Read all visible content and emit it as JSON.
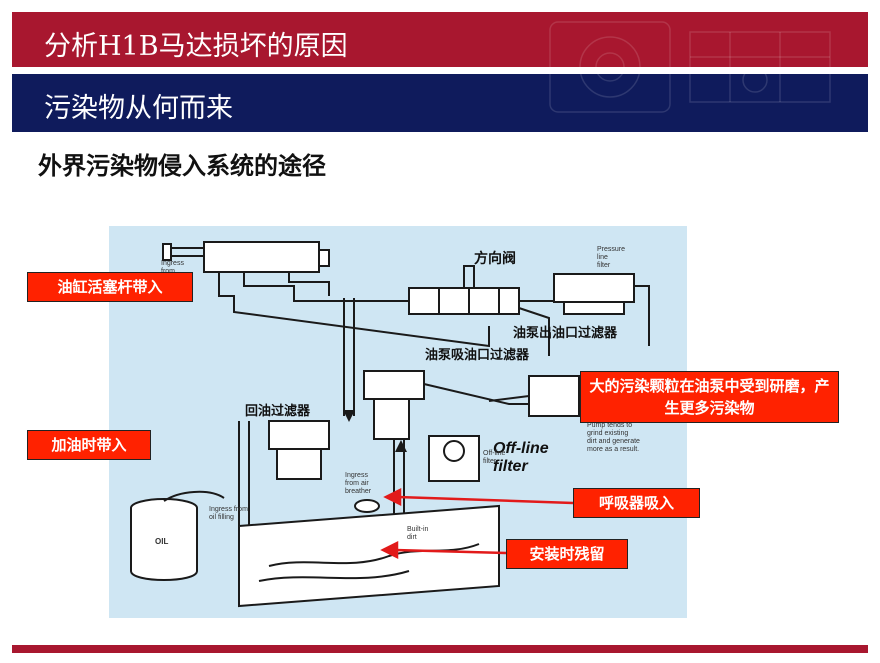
{
  "header": {
    "title": "分析H1B马达损坏的原因",
    "subtitle": "污染物从何而来"
  },
  "section_heading": "外界污染物侵入系统的途径",
  "diagram": {
    "labels": {
      "directional_valve": "方向阀",
      "pump_outlet_filter": "油泵出油口过滤器",
      "pump_suction_filter": "油泵吸油口过滤器",
      "return_filter": "回油过滤器",
      "offline_filter_1": "Off-line",
      "offline_filter_2": "filter"
    },
    "small_text": {
      "ingress_rods": "Ingress\nfrom\nrods",
      "pressure_line_filter": "Pressure\nline\nfilter",
      "offline_filter": "Off-line\nfilter",
      "pump_note": "Pump tends to\ngrind existing\ndirt and generate\nmore as a result.",
      "ingress_breather": "Ingress\nfrom air\nbreather",
      "ingress_oil_filling": "Ingress from\noil filling",
      "built_in_dirt": "Built-in\ndirt",
      "oil_drum": "OIL"
    }
  },
  "callouts": {
    "cylinder_rod": "油缸活塞杆带入",
    "refill": "加油时带入",
    "pump_grinding": "大的污染颗粒在油泵中受到研磨，产生更多污染物",
    "breather": "呼吸器吸入",
    "installation": "安装时残留"
  },
  "colors": {
    "header_red": "#a8172f",
    "header_navy": "#0f1b5c",
    "diagram_bg": "#cfe6f3",
    "callout_red": "#ff2200"
  }
}
